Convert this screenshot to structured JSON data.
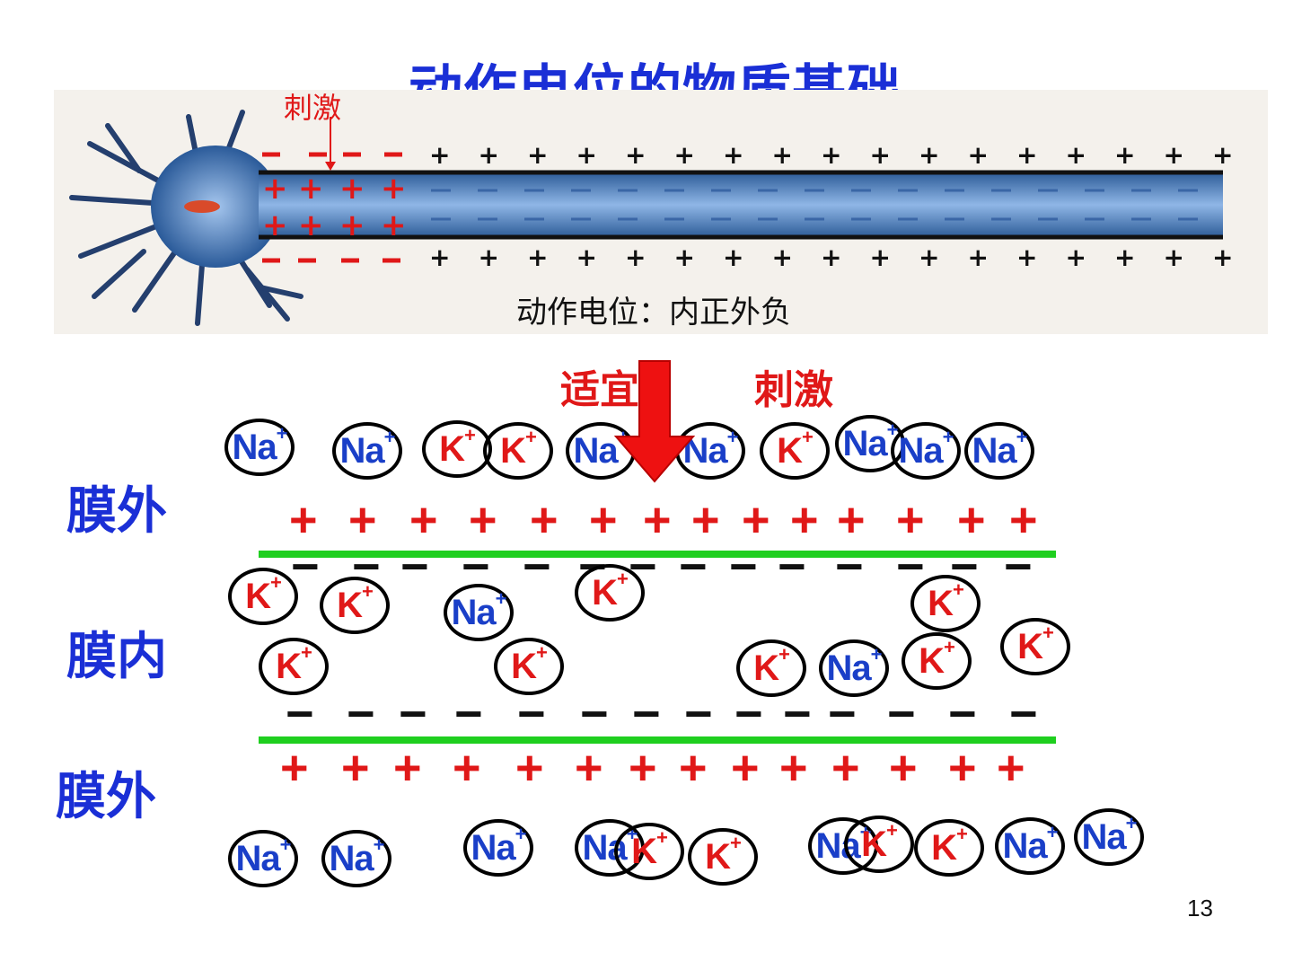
{
  "title": "动作电位的物质基础",
  "neuron": {
    "stimulus_label": "刺激",
    "caption": "动作电位：内正外负"
  },
  "stimulus": {
    "left": "适宜",
    "right": "刺激"
  },
  "regions": {
    "outer_top": "膜外",
    "inner": "膜内",
    "outer_bottom": "膜外"
  },
  "ions": {
    "na_text": "Na",
    "k_text": "K",
    "charge": "+",
    "outer_top": [
      "Na",
      "Na",
      "K",
      "K",
      "Na",
      "Na",
      "K",
      "Na",
      "Na",
      "Na"
    ],
    "inner": [
      "K",
      "K",
      "Na",
      "K",
      "K",
      "K",
      "K",
      "K",
      "Na",
      "K",
      "K"
    ],
    "outer_bottom": [
      "Na",
      "Na",
      "Na",
      "Na",
      "K",
      "K",
      "Na",
      "K",
      "K",
      "Na",
      "Na"
    ]
  },
  "signs": {
    "plus": "+",
    "minus": "−"
  },
  "colors": {
    "title": "#1a2fd6",
    "sodium": "#1a3fc8",
    "potassium": "#e01818",
    "membrane": "#1fcf1f",
    "arrow": "#ee1111"
  },
  "page_number": "13"
}
